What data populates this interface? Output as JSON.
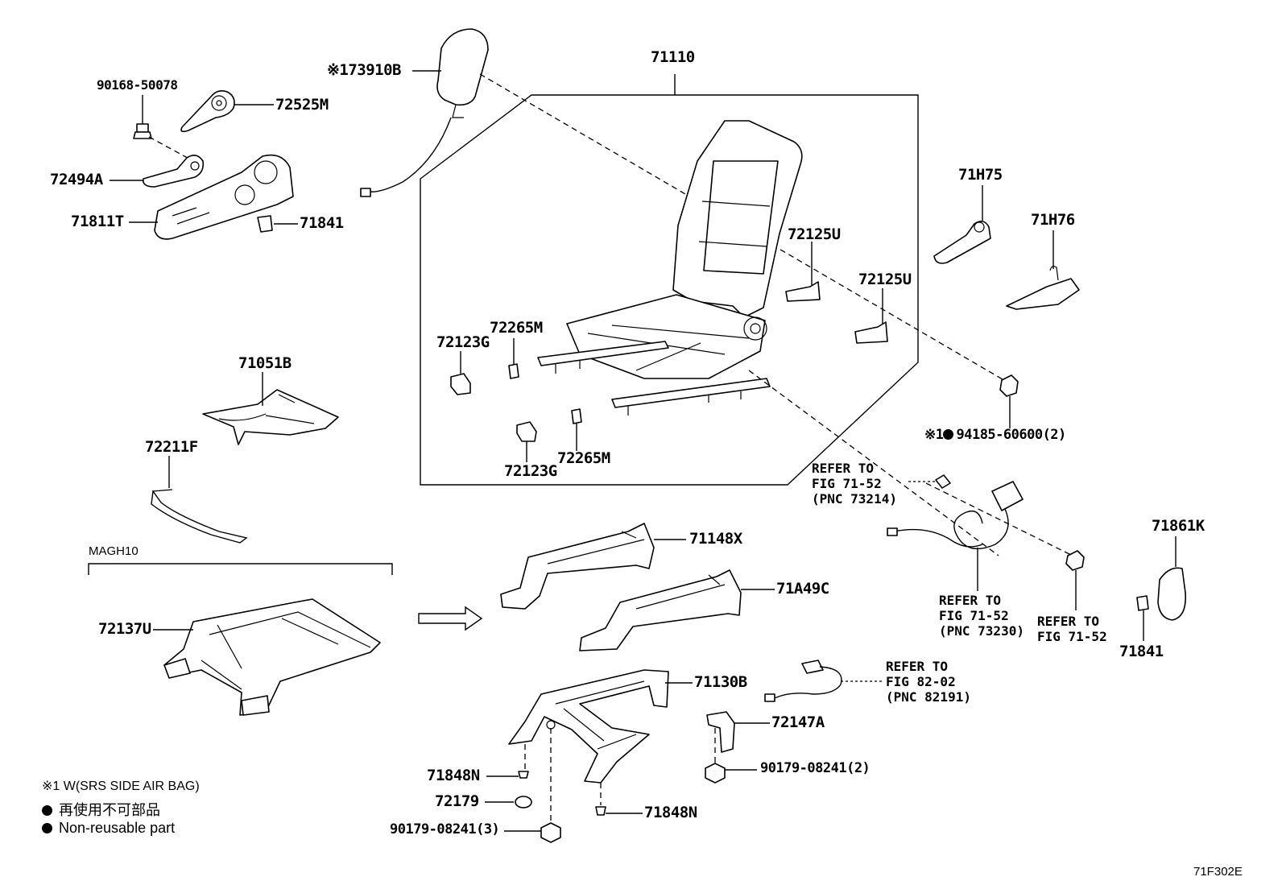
{
  "labels": {
    "p90168": "90168-50078",
    "p72525M": "72525M",
    "p72494A": "72494A",
    "p71811T": "71811T",
    "p71841_top": "71841",
    "p73910B": "※173910B",
    "p71110": "71110",
    "p71H75": "71H75",
    "p71H76": "71H76",
    "p72125U_a": "72125U",
    "p72125U_b": "72125U",
    "p72265M_a": "72265M",
    "p72123G_a": "72123G",
    "p72123G_b": "72123G",
    "p72265M_b": "72265M",
    "p94185": "94185-60600(2)",
    "p94185_prefix": "※1",
    "p71051B": "71051B",
    "p72211F": "72211F",
    "magh10": "MAGH10",
    "p72137U": "72137U",
    "p71148X": "71148X",
    "p71A49C": "71A49C",
    "p71130B": "71130B",
    "p72147A": "72147A",
    "p90179_2": "90179-08241(2)",
    "p71848N_a": "71848N",
    "p72179": "72179",
    "p90179_3": "90179-08241(3)",
    "p71848N_b": "71848N",
    "p71861K": "71861K",
    "p71841_right": "71841"
  },
  "refs": {
    "r1": [
      "REFER TO",
      "FIG 71-52",
      "(PNC 73214)"
    ],
    "r2": [
      "REFER TO",
      "FIG 71-52",
      "(PNC 73230)"
    ],
    "r3": [
      "REFER TO",
      "FIG 71-52"
    ],
    "r4": [
      "REFER TO",
      "FIG 82-02",
      "(PNC 82191)"
    ]
  },
  "legend": {
    "note": "※1 W(SRS SIDE AIR BAG)",
    "non_reusable_jp": "再使用不可部品",
    "non_reusable_en": "Non-reusable part"
  },
  "figure_code": "71F302E"
}
